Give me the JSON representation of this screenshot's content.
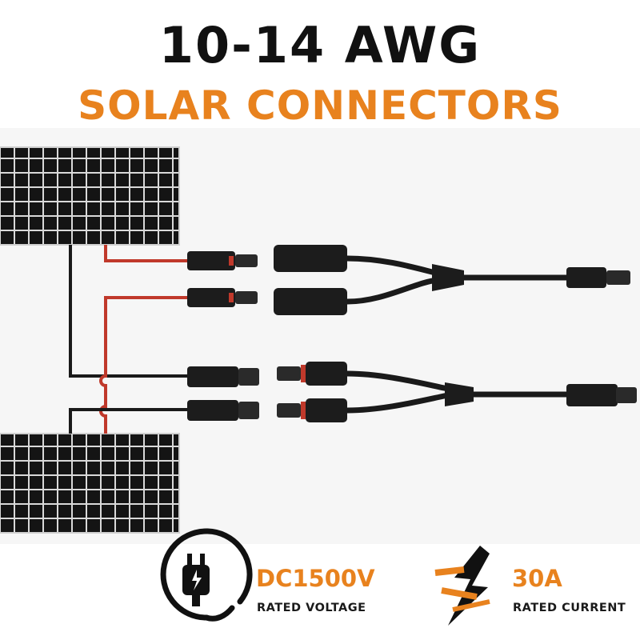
{
  "header": {
    "title_line1": "10-14 AWG",
    "title_line2": "SOLAR CONNECTORS"
  },
  "specs": [
    {
      "value": "DC1500V",
      "label": "RATED VOLTAGE",
      "icon": "plug-icon"
    },
    {
      "value": "30A",
      "label": "RATED CURRENT",
      "icon": "lightning-bolt-icon"
    }
  ],
  "colors": {
    "accent": "#e8821e",
    "title": "#111111",
    "cable": "#1a1a1a",
    "positive_wire": "#c0392b",
    "panel_cell": "#141414"
  }
}
